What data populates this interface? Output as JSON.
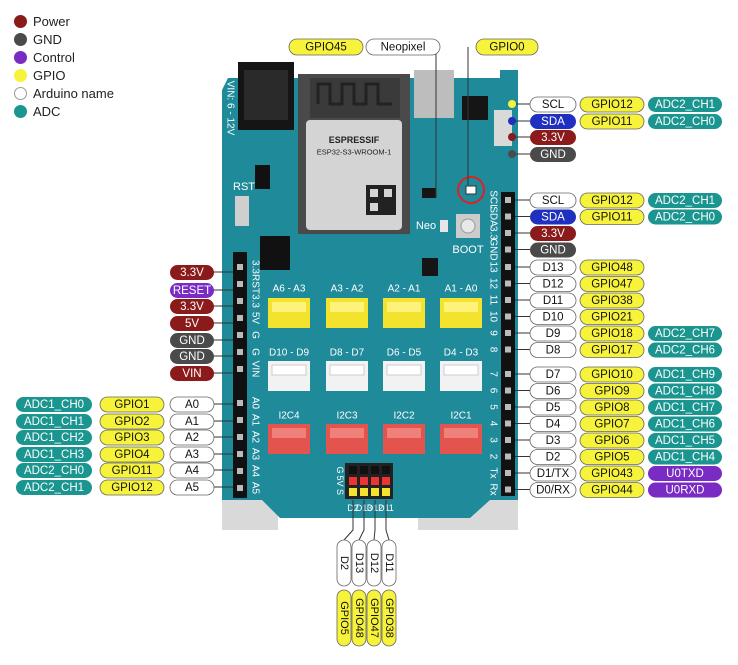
{
  "legend": [
    {
      "label": "Power",
      "color": "#8b1a1a"
    },
    {
      "label": "GND",
      "color": "#4a4a4a"
    },
    {
      "label": "Control",
      "color": "#7a2bc4"
    },
    {
      "label": "GPIO",
      "color": "#f7f33a"
    },
    {
      "label": "Arduino name",
      "color": "#ffffff"
    },
    {
      "label": "ADC",
      "color": "#1a958f"
    }
  ],
  "colors": {
    "power": "#8b1a1a",
    "gnd": "#4a4a4a",
    "control": "#7a2bc4",
    "gpio": "#f7f33a",
    "name": "#ffffff",
    "adc": "#1a958f",
    "uart": "#7a2bc4",
    "sda": "#1f2fbf",
    "board": "#1f8a9a"
  },
  "top_labels": {
    "gpio45": "GPIO45",
    "neopixel": "Neopixel",
    "gpio0": "GPIO0"
  },
  "board": {
    "vin_text": "VIN: 6 - 12V",
    "rst": "RST",
    "module_brand": "ESPRESSIF",
    "module_model": "ESP32-S3-WROOM-1",
    "neo": "Neo",
    "boot": "BOOT",
    "header_top": [
      "A6 - A3",
      "A3 - A2",
      "A2 - A1",
      "A1 - A0"
    ],
    "header_mid": [
      "D10 - D9",
      "D8 - D7",
      "D6 - D5",
      "D4 - D3"
    ],
    "header_i2c": [
      "I2C4",
      "I2C3",
      "I2C2",
      "I2C1"
    ],
    "left_pin_labels": [
      "3.3",
      "RST",
      "3.3",
      "5V",
      "G",
      "G",
      "VIN",
      "A0",
      "A1",
      "A2",
      "A3",
      "A4",
      "A5"
    ],
    "right_pin_labels": [
      "SCL",
      "SDA",
      "3.3",
      "GND",
      "13",
      "12",
      "11",
      "10",
      "9",
      "8",
      "7",
      "6",
      "5",
      "4",
      "3",
      "2",
      "Tx",
      "Rx"
    ],
    "bottom_side_labels": [
      "G",
      "5V",
      "S"
    ],
    "bottom_header_labels": [
      "D2",
      "D13",
      "D12",
      "D11"
    ]
  },
  "qwiic_rows": [
    [
      "SCL",
      "GPIO12",
      "ADC2_CH1"
    ],
    [
      "SDA",
      "GPIO11",
      "ADC2_CH0"
    ],
    [
      "3.3V"
    ],
    [
      "GND"
    ]
  ],
  "right_rows": [
    [
      "SCL",
      "GPIO12",
      "ADC2_CH1"
    ],
    [
      "SDA",
      "GPIO11",
      "ADC2_CH0"
    ],
    [
      "3.3V"
    ],
    [
      "GND"
    ],
    [
      "D13",
      "GPIO48"
    ],
    [
      "D12",
      "GPIO47"
    ],
    [
      "D11",
      "GPIO38"
    ],
    [
      "D10",
      "GPIO21"
    ],
    [
      "D9",
      "GPIO18",
      "ADC2_CH7"
    ],
    [
      "D8",
      "GPIO17",
      "ADC2_CH6"
    ],
    [
      "D7",
      "GPIO10",
      "ADC1_CH9"
    ],
    [
      "D6",
      "GPIO9",
      "ADC1_CH8"
    ],
    [
      "D5",
      "GPIO8",
      "ADC1_CH7"
    ],
    [
      "D4",
      "GPIO7",
      "ADC1_CH6"
    ],
    [
      "D3",
      "GPIO6",
      "ADC1_CH5"
    ],
    [
      "D2",
      "GPIO5",
      "ADC1_CH4"
    ],
    [
      "D1/TX",
      "GPIO43",
      "U0TXD"
    ],
    [
      "D0/RX",
      "GPIO44",
      "U0RXD"
    ]
  ],
  "left_power_rows": [
    "3.3V",
    "RESET",
    "3.3V",
    "5V",
    "GND",
    "GND",
    "VIN"
  ],
  "left_analog_rows": [
    [
      "ADC1_CH0",
      "GPIO1",
      "A0"
    ],
    [
      "ADC1_CH1",
      "GPIO2",
      "A1"
    ],
    [
      "ADC1_CH2",
      "GPIO3",
      "A2"
    ],
    [
      "ADC1_CH3",
      "GPIO4",
      "A3"
    ],
    [
      "ADC2_CH0",
      "GPIO11",
      "A4"
    ],
    [
      "ADC2_CH1",
      "GPIO12",
      "A5"
    ]
  ],
  "bottom_columns": [
    [
      "D2",
      "GPIO5"
    ],
    [
      "D13",
      "GPIO48"
    ],
    [
      "D12",
      "GPIO47"
    ],
    [
      "D11",
      "GPIO38"
    ]
  ]
}
